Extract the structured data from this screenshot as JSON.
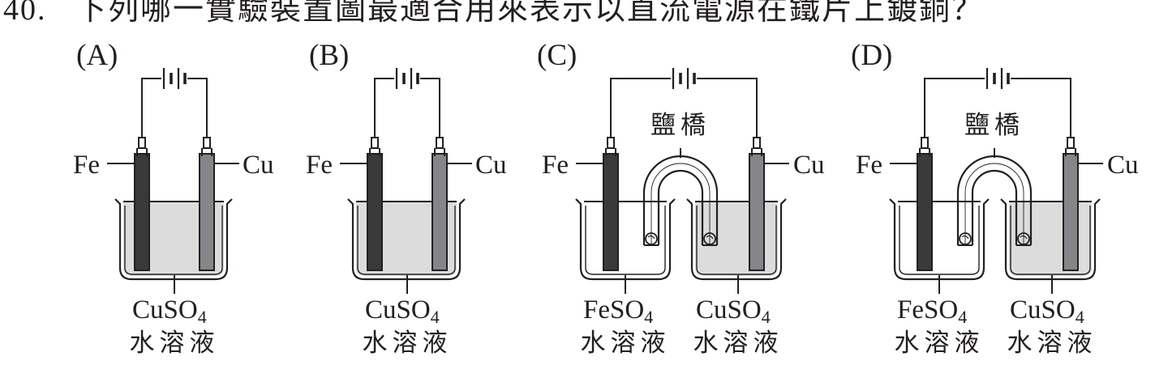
{
  "question": {
    "number": "40.",
    "text": "下列哪一實驗裝置圖最適合用來表示以直流電源在鐵片上鍍銅？"
  },
  "colors": {
    "ink": "#231f20",
    "solution": "#dcdcdd",
    "fe_electrode": "#3a3a3a",
    "cu_electrode": "#86868a"
  },
  "options": [
    {
      "label": "(A)",
      "left_electrode": "Fe",
      "right_electrode": "Cu",
      "has_salt_bridge": false,
      "solutions": [
        {
          "formula": "CuSO",
          "subscript": "4",
          "state": "水溶液"
        }
      ]
    },
    {
      "label": "(B)",
      "left_electrode": "Fe",
      "right_electrode": "Cu",
      "has_salt_bridge": false,
      "solutions": [
        {
          "formula": "CuSO",
          "subscript": "4",
          "state": "水溶液"
        }
      ]
    },
    {
      "label": "(C)",
      "left_electrode": "Fe",
      "right_electrode": "Cu",
      "has_salt_bridge": true,
      "salt_bridge_label": "鹽橋",
      "solutions": [
        {
          "formula": "FeSO",
          "subscript": "4",
          "state": "水溶液"
        },
        {
          "formula": "CuSO",
          "subscript": "4",
          "state": "水溶液"
        }
      ]
    },
    {
      "label": "(D)",
      "left_electrode": "Fe",
      "right_electrode": "Cu",
      "has_salt_bridge": true,
      "salt_bridge_label": "鹽橋",
      "solutions": [
        {
          "formula": "FeSO",
          "subscript": "4",
          "state": "水溶液"
        },
        {
          "formula": "CuSO",
          "subscript": "4",
          "state": "水溶液"
        }
      ]
    }
  ]
}
